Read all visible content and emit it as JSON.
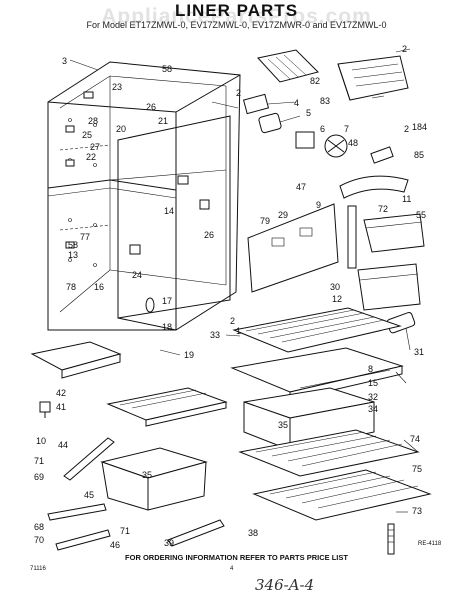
{
  "diagram": {
    "title": "LINER PARTS",
    "subtitle": "For Model ET17ZMWL-0, EV17ZMWL-0, EV17ZMWR-0 and EV17ZMWL-0",
    "watermark": "AppliancePartsPros.com",
    "footer": "FOR ORDERING INFORMATION REFER TO PARTS PRICE LIST",
    "ref_code": "RE-4118",
    "doc_code": "71116",
    "page_number": "4",
    "handwritten_note": "346-A-4"
  },
  "callouts": [
    {
      "id": "c2a",
      "label": "2"
    },
    {
      "id": "c3",
      "label": "3"
    },
    {
      "id": "c58a",
      "label": "58"
    },
    {
      "id": "c23",
      "label": "23"
    },
    {
      "id": "c26a",
      "label": "26"
    },
    {
      "id": "c21",
      "label": "21"
    },
    {
      "id": "c28",
      "label": "28"
    },
    {
      "id": "c20",
      "label": "20"
    },
    {
      "id": "c25",
      "label": "25"
    },
    {
      "id": "c27",
      "label": "27"
    },
    {
      "id": "c22",
      "label": "22"
    },
    {
      "id": "c14",
      "label": "14"
    },
    {
      "id": "c26b",
      "label": "26"
    },
    {
      "id": "c58b",
      "label": "58"
    },
    {
      "id": "c77",
      "label": "77"
    },
    {
      "id": "c13",
      "label": "13"
    },
    {
      "id": "c24",
      "label": "24"
    },
    {
      "id": "c78",
      "label": "78"
    },
    {
      "id": "c16",
      "label": "16"
    },
    {
      "id": "c17",
      "label": "17"
    },
    {
      "id": "c18",
      "label": "18"
    },
    {
      "id": "c19",
      "label": "19"
    },
    {
      "id": "c82",
      "label": "82"
    },
    {
      "id": "c83",
      "label": "83"
    },
    {
      "id": "c2b",
      "label": "2"
    },
    {
      "id": "c4",
      "label": "4"
    },
    {
      "id": "c5",
      "label": "5"
    },
    {
      "id": "c6",
      "label": "6"
    },
    {
      "id": "c7",
      "label": "7"
    },
    {
      "id": "c48",
      "label": "48"
    },
    {
      "id": "c47",
      "label": "47"
    },
    {
      "id": "c2c",
      "label": "2"
    },
    {
      "id": "c184",
      "label": "184"
    },
    {
      "id": "c85",
      "label": "85"
    },
    {
      "id": "c11",
      "label": "11"
    },
    {
      "id": "c9",
      "label": "9"
    },
    {
      "id": "c72",
      "label": "72"
    },
    {
      "id": "c55",
      "label": "55"
    },
    {
      "id": "c79",
      "label": "79"
    },
    {
      "id": "c29",
      "label": "29"
    },
    {
      "id": "c30",
      "label": "30"
    },
    {
      "id": "c12",
      "label": "12"
    },
    {
      "id": "c2d",
      "label": "2"
    },
    {
      "id": "c1",
      "label": "1"
    },
    {
      "id": "c33",
      "label": "33"
    },
    {
      "id": "c31",
      "label": "31"
    },
    {
      "id": "c8",
      "label": "8"
    },
    {
      "id": "c15",
      "label": "15"
    },
    {
      "id": "c32",
      "label": "32"
    },
    {
      "id": "c34",
      "label": "34"
    },
    {
      "id": "c35a",
      "label": "35"
    },
    {
      "id": "c42",
      "label": "42"
    },
    {
      "id": "c41",
      "label": "41"
    },
    {
      "id": "c10",
      "label": "10"
    },
    {
      "id": "c44",
      "label": "44"
    },
    {
      "id": "c74",
      "label": "74"
    },
    {
      "id": "c71a",
      "label": "71"
    },
    {
      "id": "c69",
      "label": "69"
    },
    {
      "id": "c35b",
      "label": "35"
    },
    {
      "id": "c75",
      "label": "75"
    },
    {
      "id": "c45",
      "label": "45"
    },
    {
      "id": "c68",
      "label": "68"
    },
    {
      "id": "c70",
      "label": "70"
    },
    {
      "id": "c71b",
      "label": "71"
    },
    {
      "id": "c46",
      "label": "46"
    },
    {
      "id": "c39",
      "label": "39"
    },
    {
      "id": "c38",
      "label": "38"
    },
    {
      "id": "c73",
      "label": "73"
    }
  ]
}
